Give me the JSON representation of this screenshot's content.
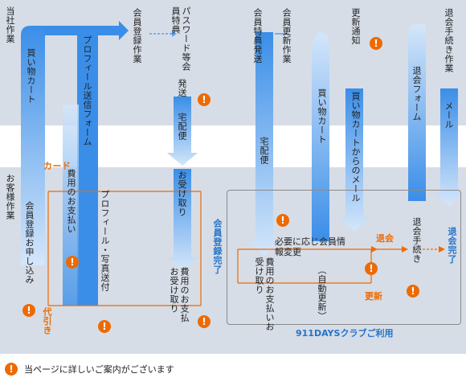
{
  "lanes": {
    "company": "当社作業",
    "customer": "お客様作業"
  },
  "columns": {
    "shopping_cart_1": "買い物カート",
    "card": "カード",
    "cod": "代引き",
    "member_registration_application": "会員登録お申し込み",
    "payment": "費用のお支払い",
    "profile_form": "プロフィール送信フォーム",
    "profile_photo_send": "プロフィール・写真送付",
    "member_registration_work": "会員登録作業",
    "password_benefit": "パスワード等会員特典",
    "shipping": "発送",
    "takuhaibin_1": "宅配便",
    "receive_1": "お受け取り",
    "payment_receive_1": "費用のお支払お受け取り",
    "member_registration_complete": "会員登録完了",
    "member_benefit_shipping": "会員特典発送",
    "takuhaibin_2": "宅配便",
    "payment_receive_2": "費用のお支払いお受け取り",
    "member_update_work": "会員更新作業",
    "shopping_cart_2": "買い物カート",
    "auto_update": "（自動更新）",
    "renewal_notice": "更新通知",
    "cart_email": "買い物カートからのメール",
    "info_change": "必要に応じ会員情報変更",
    "withdraw_label": "退会",
    "renew_label": "更新",
    "withdraw_procedure_work": "退会手続き作業",
    "withdraw_form": "退会フォーム",
    "email": "メール",
    "withdraw_procedure": "退会手続き",
    "withdraw_complete": "退会完了"
  },
  "club_box_label": "911DAYSクラブご利用",
  "info_glyph": "!",
  "footnote": "当ページに詳しいご案内がございます",
  "colors": {
    "flow": "#5aa2ef",
    "band": "#d6dde7",
    "accent": "#ee6a00",
    "complete": "#2473c8"
  }
}
